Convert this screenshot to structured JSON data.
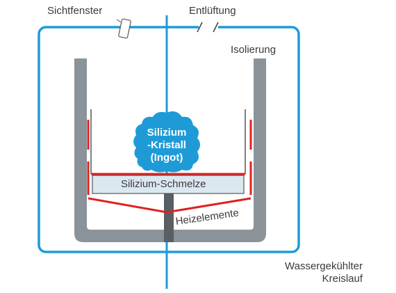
{
  "labels": {
    "sight_window": "Sichtfenster",
    "vent": "Entlüftung",
    "insulation": "Isolierung",
    "crystal_line1": "Silizium",
    "crystal_line2": "-Kristall",
    "crystal_line3": "(Ingot)",
    "melt": "Silizium-Schmelze",
    "heating": "Heizelemente",
    "cooling_line1": "Wassergekühlter",
    "cooling_line2": "Kreislauf"
  },
  "colors": {
    "blue": "#1e9bd7",
    "grey": "#8a9399",
    "red": "#e02020",
    "melt_fill": "#dce8f0",
    "crucible_dark": "#595f63",
    "text": "#3a3a3a"
  }
}
